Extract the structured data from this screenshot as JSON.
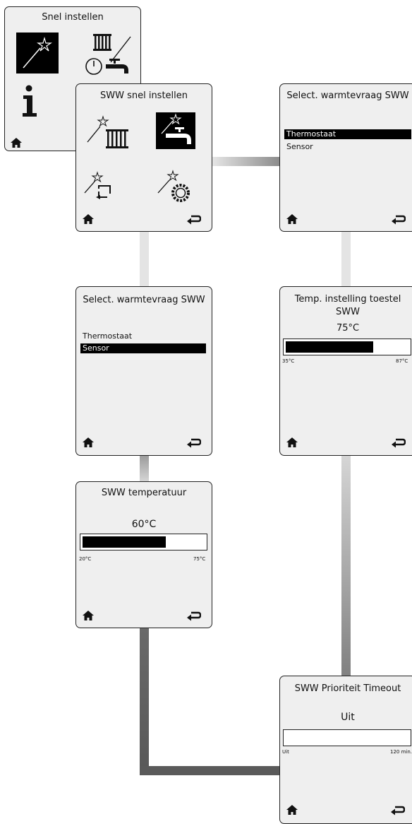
{
  "screens": {
    "snel": {
      "title": "Snel instellen"
    },
    "sww_snel": {
      "title": "SWW snel instellen"
    },
    "select_a": {
      "title": "Select. warmtevraag SWW",
      "options": [
        "Thermostaat",
        "Sensor"
      ],
      "selected": 0
    },
    "select_b": {
      "title": "Select. warmtevraag SWW",
      "options": [
        "Thermostaat",
        "Sensor"
      ],
      "selected": 1
    },
    "temp_toestel": {
      "title_line1": "Temp. instelling toestel",
      "title_line2": "SWW",
      "value": "75°C",
      "min": "35°C",
      "max": "87°C",
      "level": 0.71
    },
    "sww_temp": {
      "title": "SWW temperatuur",
      "value": "60°C",
      "min": "20°C",
      "max": "75°C",
      "level": 0.68
    },
    "prioriteit": {
      "title": "SWW Prioriteit Timeout",
      "value": "Uit",
      "min": "Uit",
      "max": "120 min.",
      "level": 0
    }
  },
  "icons": [
    "home-icon",
    "back-icon",
    "magic-wand-icon",
    "radiator-icon",
    "tap-icon",
    "clock-icon",
    "info-icon",
    "cycle-icon",
    "gear-icon"
  ]
}
